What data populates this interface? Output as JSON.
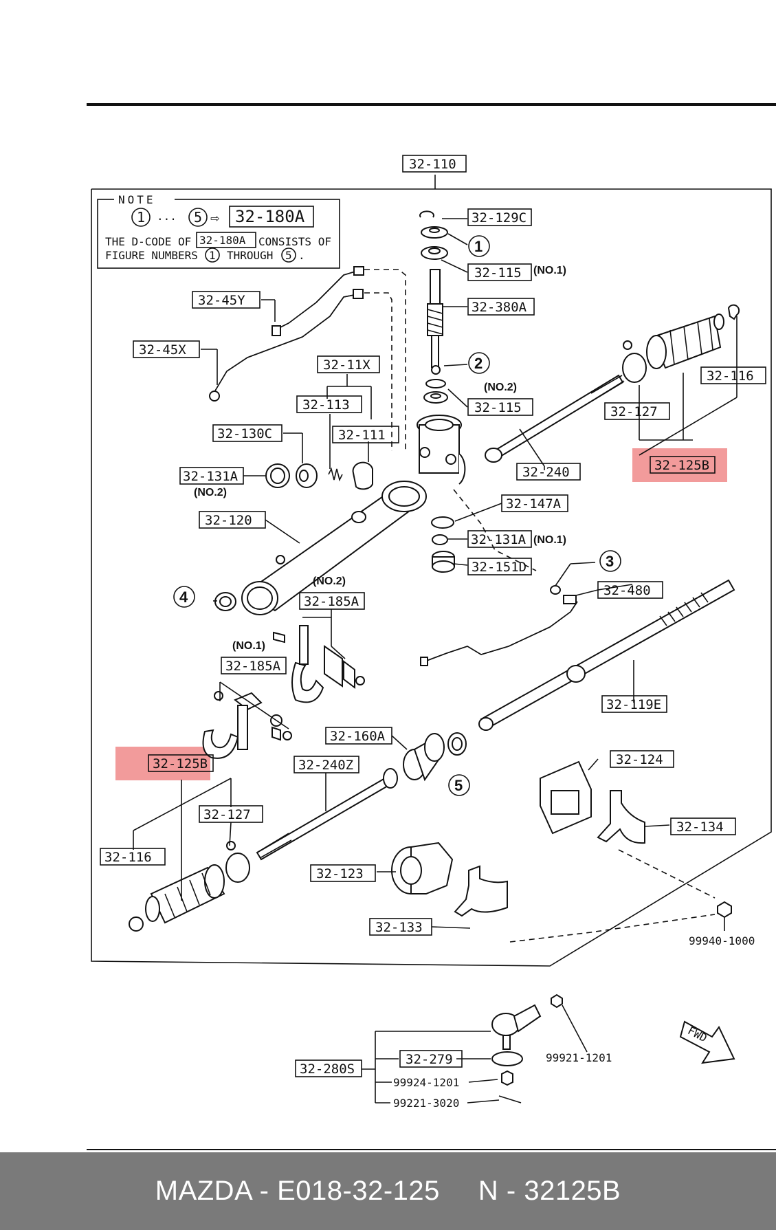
{
  "note": {
    "heading": "NOTE",
    "seq_start": "1",
    "seq_dots": "...",
    "seq_end": "5",
    "arrow": "⇨",
    "code": "32-180A",
    "line1_pre": "THE D-CODE OF",
    "line1_post": "CONSISTS OF",
    "line2_pre": "FIGURE NUMBERS",
    "line2_mid": "THROUGH",
    "line2_end": "."
  },
  "labels": {
    "p32_110": "32-110",
    "p32_129c": "32-129C",
    "p32_115a": "32-115",
    "no1_a": "(NO.1)",
    "p32_380a": "32-380A",
    "p32_45y": "32-45Y",
    "p32_45x": "32-45X",
    "no2_a": "(NO.2)",
    "p32_115b": "32-115",
    "p32_11x": "32-11X",
    "p32_113": "32-113",
    "p32_111": "32-111",
    "p32_130c": "32-130C",
    "p32_131a_a": "32-131A",
    "no2_b": "(NO.2)",
    "p32_120": "32-120",
    "p32_240": "32-240",
    "p32_147a": "32-147A",
    "p32_131a_b": "32-131A",
    "no1_b": "(NO.1)",
    "p32_151d": "32-151D",
    "p32_116a": "32-116",
    "p32_127a": "32-127",
    "p32_125b_a": "32-125B",
    "p32_480": "32-480",
    "no2_c": "(NO.2)",
    "p32_185a_a": "32-185A",
    "no1_c": "(NO.1)",
    "p32_185a_b": "32-185A",
    "p32_119e": "32-119E",
    "p32_160a": "32-160A",
    "p32_125b_b": "32-125B",
    "p32_240z": "32-240Z",
    "p32_124": "32-124",
    "p32_127b": "32-127",
    "p32_134": "32-134",
    "p32_116b": "32-116",
    "p32_123": "32-123",
    "p32_133": "32-133",
    "p99940": "99940-1000",
    "p99921": "99921-1201",
    "p32_279": "32-279",
    "p32_280s": "32-280S",
    "p99924": "99924-1201",
    "p99221": "99221-3020",
    "fwd": "FWD"
  },
  "callouts": {
    "c1": "1",
    "c2": "2",
    "c3": "3",
    "c4": "4",
    "c5": "5"
  },
  "highlight_color": "#f08a8a",
  "footer": {
    "left": "MAZDA - E018-32-125",
    "right": "N - 32125B"
  }
}
